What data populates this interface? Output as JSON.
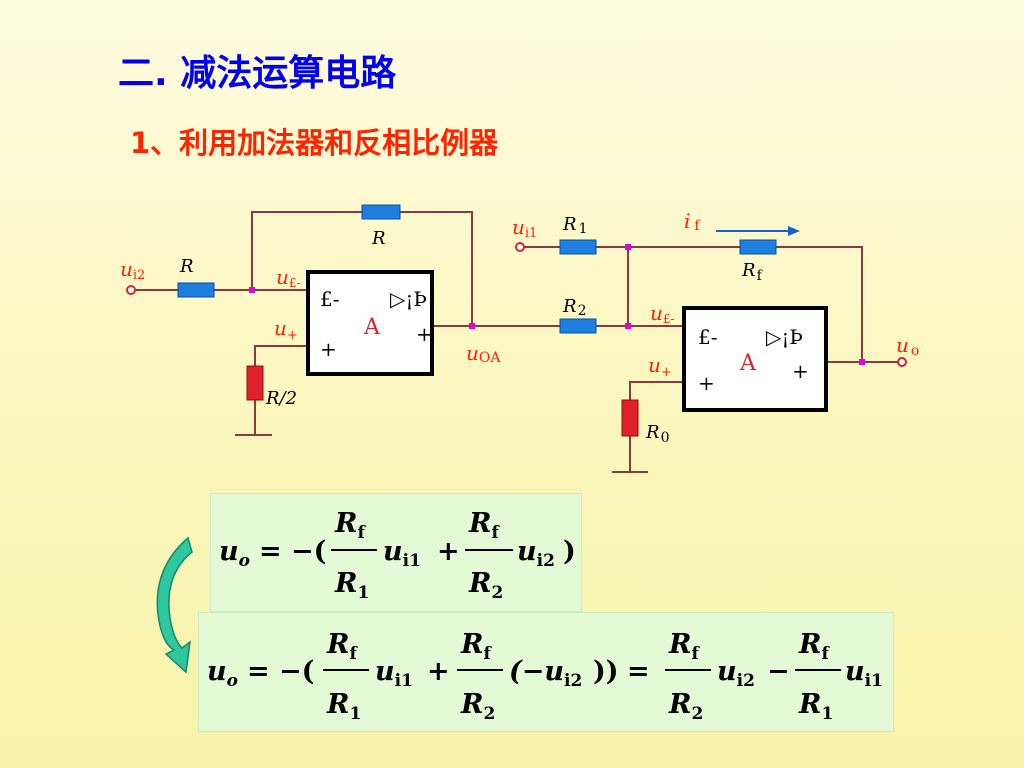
{
  "title": "二. 减法运算电路",
  "subtitle": "1、利用加法器和反相比例器",
  "circuit": {
    "left_amp": {
      "minus_sign": "£-",
      "plus_sign_in": "+",
      "plus_sign_out": "+",
      "label": "A",
      "symbol": "▷¡Þ"
    },
    "right_amp": {
      "minus_sign": "£-",
      "plus_sign_in": "+",
      "plus_sign_out": "+",
      "label": "A",
      "symbol": "▷¡Þ"
    },
    "labels": {
      "R_top": "R",
      "R_in": "R",
      "R_half": "R/2",
      "ui2": "u",
      "ui2_sub": "i2",
      "u_minus_left": "u",
      "u_minus_left_sub": "£-",
      "u_plus_left": "u",
      "u_plus_left_sub": "+",
      "uOA": "u",
      "uOA_sub": "OA",
      "ui1": "u",
      "ui1_sub": "i1",
      "R1": "R",
      "R1_sub": "1",
      "if": "i",
      "if_sub": "f",
      "Rf": "R",
      "Rf_sub": "f",
      "R2": "R",
      "R2_sub": "2",
      "u_minus_right": "u",
      "u_minus_right_sub": "£-",
      "u_plus_right": "u",
      "u_plus_right_sub": "+",
      "R0": "R",
      "R0_sub": "0",
      "uo": "u",
      "uo_sub": "o"
    }
  },
  "formula1": {
    "lhs": "u",
    "lhs_sub": "o",
    "eq": "= −(",
    "frac1_num": "R",
    "frac1_num_sub": "f",
    "frac1_den": "R",
    "frac1_den_sub": "1",
    "term1": "u",
    "term1_sub": "i1",
    "plus": "+",
    "frac2_num": "R",
    "frac2_num_sub": "f",
    "frac2_den": "R",
    "frac2_den_sub": "2",
    "term2": "u",
    "term2_sub": "i2",
    "close": ")"
  },
  "formula2": {
    "lhs": "u",
    "lhs_sub": "o",
    "eq": "= −(",
    "frac1_num": "R",
    "frac1_num_sub": "f",
    "frac1_den": "R",
    "frac1_den_sub": "1",
    "term1": "u",
    "term1_sub": "i1",
    "plus": "+",
    "frac2_num": "R",
    "frac2_num_sub": "f",
    "frac2_den": "R",
    "frac2_den_sub": "2",
    "paren_term": "(−u",
    "paren_term_sub": "i2",
    "paren_close": "))",
    "eq2": "=",
    "frac3_num": "R",
    "frac3_num_sub": "f",
    "frac3_den": "R",
    "frac3_den_sub": "2",
    "term3": "u",
    "term3_sub": "i2",
    "minus": "−",
    "frac4_num": "R",
    "frac4_num_sub": "f",
    "frac4_den": "R",
    "frac4_den_sub": "1",
    "term4": "u",
    "term4_sub": "i1"
  },
  "colors": {
    "title": "#0000ee",
    "subtitle": "#ff2400",
    "wire": "#8b3a3a",
    "resistor_blue": "#1e7fe0",
    "resistor_red": "#e0202a",
    "node": "#e000e0",
    "label_red": "#ff2400",
    "formula_bg": "#e4f9d6",
    "arrow_fill": "#2ec7a0"
  }
}
